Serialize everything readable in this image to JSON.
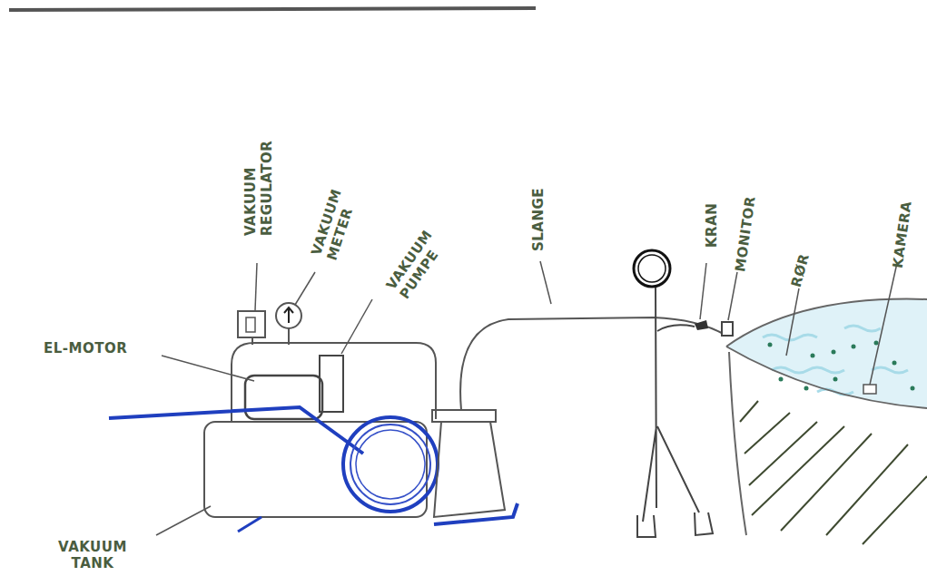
{
  "diagram": {
    "labels": [
      "VAKUUM REGULATOR",
      "VAKUUM METER",
      "VAKUUM PUMPE",
      "EL-MOTOR",
      "VAKUUM TANK",
      "SLANGE",
      "KRAN",
      "MONITOR",
      "RØR",
      "KAMERA"
    ]
  }
}
